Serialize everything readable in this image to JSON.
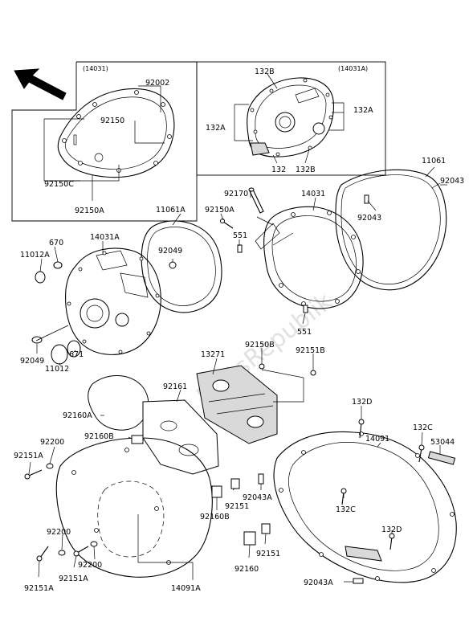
{
  "watermark": "PartsRepublik",
  "inset_left": {
    "ref": "(14031)",
    "labels": [
      "92002",
      "92150",
      "92150C",
      "92150A"
    ]
  },
  "inset_right": {
    "ref": "(14031A)",
    "labels": [
      "132B",
      "132A",
      "132A",
      "132",
      "132B"
    ]
  },
  "callouts": [
    "92170",
    "14031",
    "11061",
    "92043",
    "11061A",
    "92150A",
    "92043",
    "551",
    "670",
    "14031A",
    "11012A",
    "92049",
    "551",
    "92049",
    "671",
    "11012",
    "13271",
    "92150B",
    "92151B",
    "92161",
    "92160A",
    "132D",
    "92200",
    "92160B",
    "14091",
    "132C",
    "53044",
    "92151A",
    "92151",
    "92043A",
    "132C",
    "92160B",
    "132D",
    "92200",
    "92151",
    "92200",
    "92160",
    "92151A",
    "92151A",
    "14091A",
    "92043A"
  ],
  "colors": {
    "line": "#000000",
    "background": "#ffffff",
    "shade": "#d9d9d9",
    "watermark": "#c8c8c8"
  },
  "icons": [
    "front-direction-arrow-icon"
  ]
}
